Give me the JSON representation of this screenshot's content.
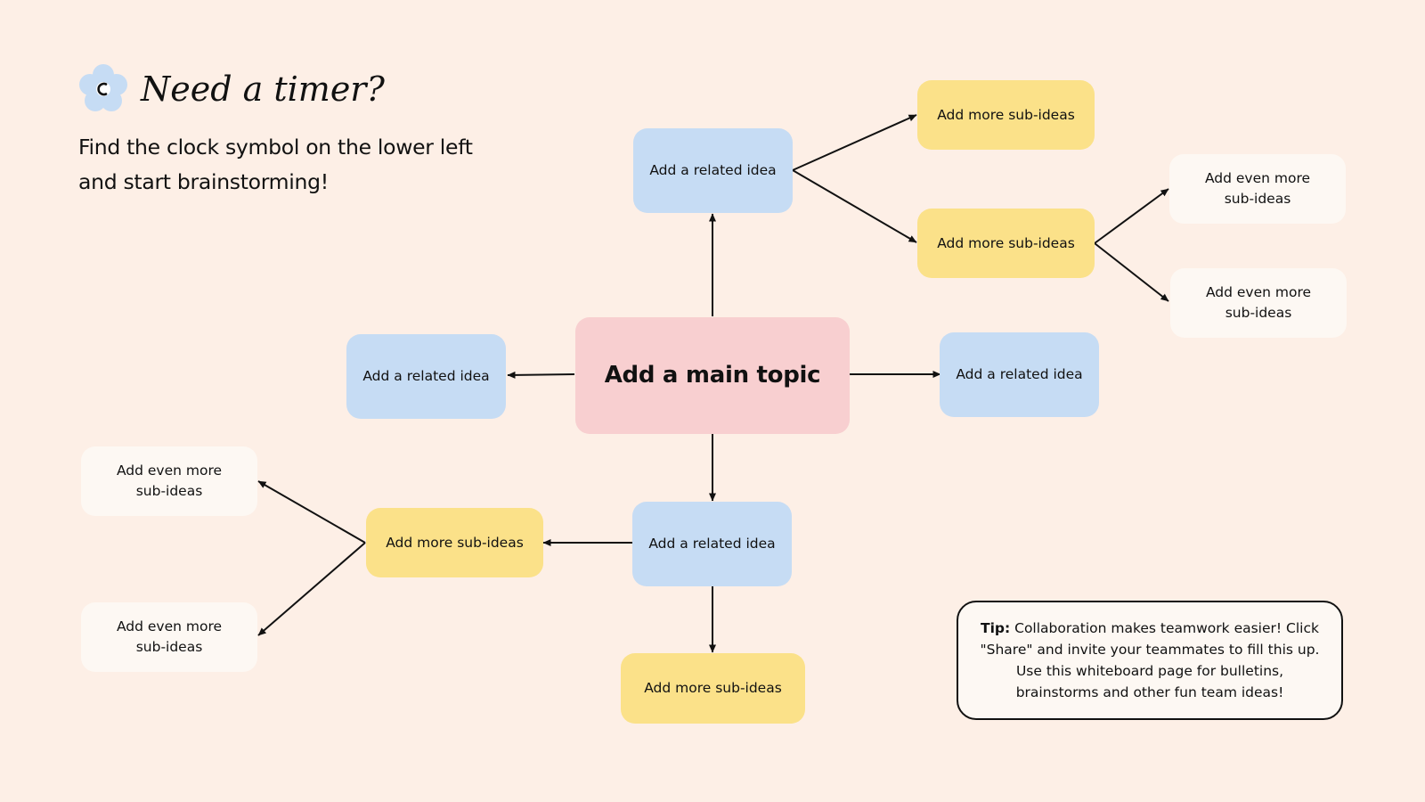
{
  "theme": {
    "background": "#fdefe6",
    "main_color": "#f8cfd0",
    "related_color": "#c6dcf4",
    "sub_color": "#fbe189",
    "leaf_color": "#fdf8f3",
    "line_color": "#111111",
    "icon_petal_color": "#c6dcf4"
  },
  "header": {
    "icon": "flower-clock-icon",
    "title": "Need a timer?",
    "body": "Find the clock symbol on the lower left and start brainstorming!"
  },
  "mindmap": {
    "main_topic": "Add a main topic",
    "related_top": "Add a related idea",
    "related_left": "Add a related idea",
    "related_right": "Add a related idea",
    "related_bottom": "Add a related idea",
    "sub_top_upper": "Add more sub-ideas",
    "sub_top_lower": "Add more sub-ideas",
    "sub_bottom_left": "Add more sub-ideas",
    "sub_bottom": "Add more sub-ideas",
    "leaf_right_upper": "Add even more sub-ideas",
    "leaf_right_lower": "Add even more sub-ideas",
    "leaf_left_upper": "Add even more sub-ideas",
    "leaf_left_lower": "Add even more sub-ideas"
  },
  "tip": {
    "label": "Tip:",
    "text": " Collaboration makes teamwork easier! Click \"Share\" and invite your teammates to fill this up. Use this whiteboard page for bulletins, brainstorms and other fun team ideas!"
  }
}
